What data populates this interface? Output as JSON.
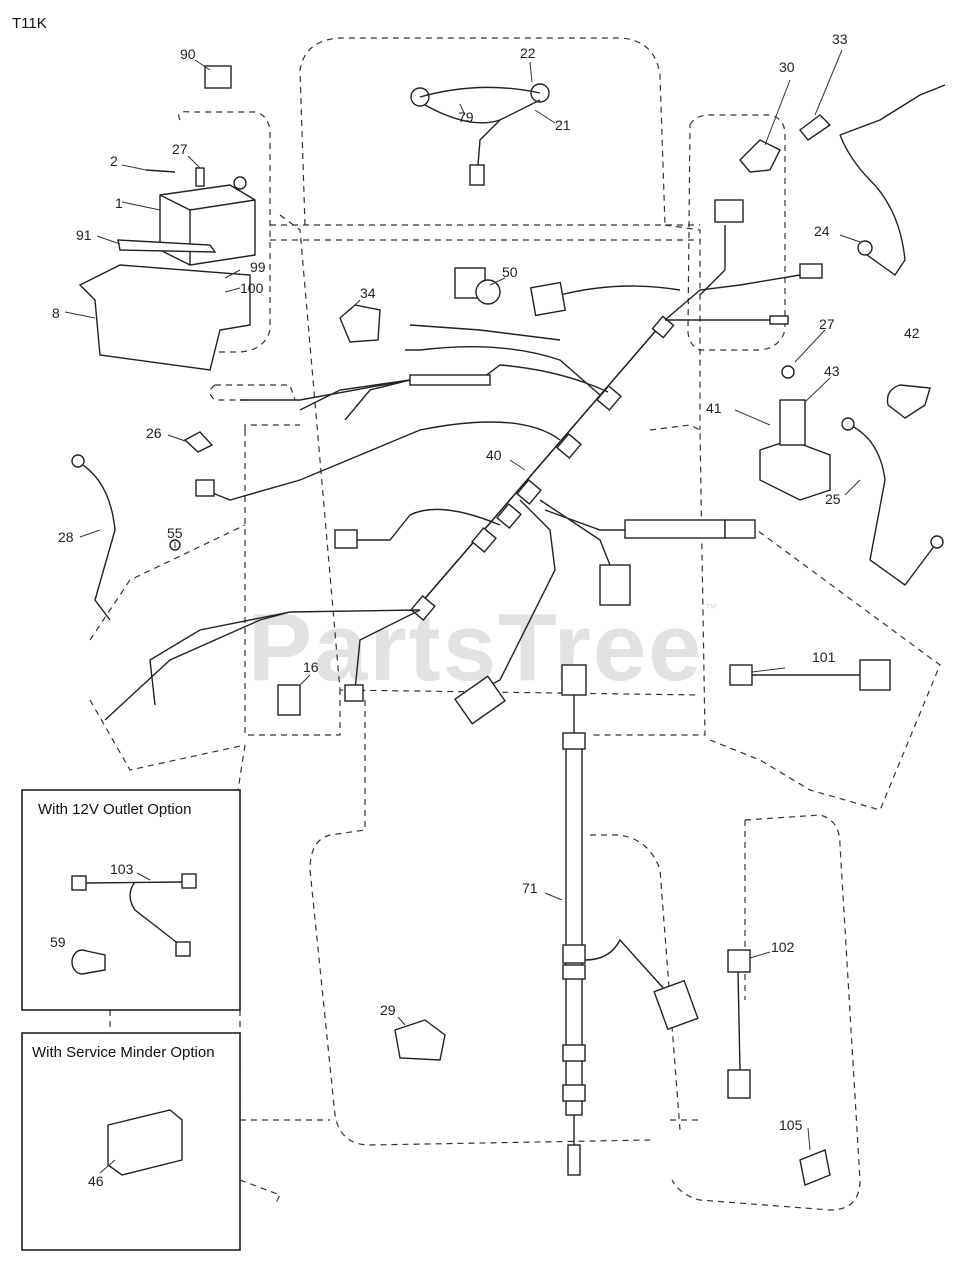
{
  "figure_code": "T11K",
  "watermark": {
    "text": "PartsTree",
    "trademark": "™"
  },
  "callouts": {
    "c1": "1",
    "c2": "2",
    "c8": "8",
    "c16": "16",
    "c21": "21",
    "c22": "22",
    "c24": "24",
    "c25": "25",
    "c26": "26",
    "c27a": "27",
    "c27b": "27",
    "c28": "28",
    "c29": "29",
    "c30": "30",
    "c33": "33",
    "c34": "34",
    "c40": "40",
    "c41": "41",
    "c42": "42",
    "c43": "43",
    "c46": "46",
    "c50": "50",
    "c55": "55",
    "c59": "59",
    "c71": "71",
    "c79": "79",
    "c90": "90",
    "c91": "91",
    "c99": "99",
    "c100": "100",
    "c101": "101",
    "c102": "102",
    "c103": "103",
    "c105": "105"
  },
  "option_boxes": {
    "outlet": {
      "title": "With 12V Outlet Option"
    },
    "service": {
      "title": "With Service Minder Option"
    }
  }
}
